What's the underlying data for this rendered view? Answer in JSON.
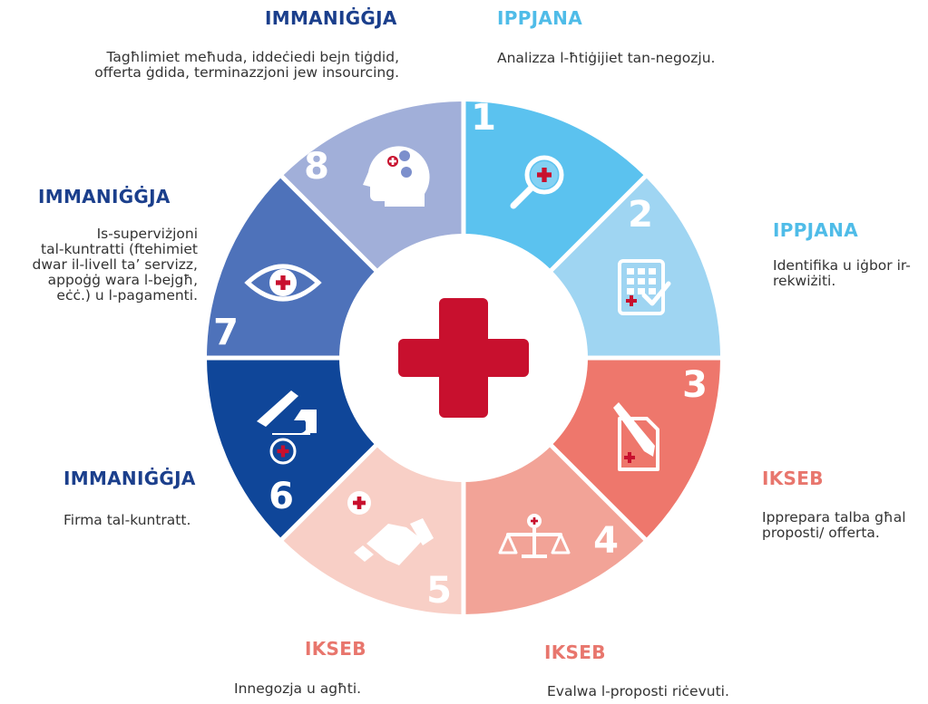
{
  "center_icon": "red-cross-icon",
  "colors": {
    "red_cross": "#C8102E",
    "phase_implement": "#1B3F8C",
    "phase_plan": "#4FBCE8",
    "phase_acquire": "#E8766D"
  },
  "steps": [
    {
      "number": "1",
      "phase": "IPPJANA",
      "description_lines": [
        "Analizza l-ħtiġijiet tan-negozju."
      ],
      "icon": "magnifier-cross-icon",
      "color": "#5BC2EF"
    },
    {
      "number": "2",
      "phase": "IPPJANA",
      "description_lines": [
        "Identifika u iġbor ir-",
        "rekwiżiti."
      ],
      "icon": "checklist-icon",
      "color": "#9FD5F2"
    },
    {
      "number": "3",
      "phase": "IKSEB",
      "description_lines": [
        "Ipprepara talba għal",
        "proposti/ offerta."
      ],
      "icon": "document-pen-icon",
      "color": "#EE776C"
    },
    {
      "number": "4",
      "phase": "IKSEB",
      "description_lines": [
        "Evalwa l-proposti riċevuti."
      ],
      "icon": "scales-icon",
      "color": "#F2A397"
    },
    {
      "number": "5",
      "phase": "IKSEB",
      "description_lines": [
        "Innegozja u agħti."
      ],
      "icon": "handshake-icon",
      "color": "#F8CFC6"
    },
    {
      "number": "6",
      "phase": "IMMANIĠĠJA",
      "description_lines": [
        "Firma tal-kuntratt."
      ],
      "icon": "signing-hand-icon",
      "color": "#0F4699"
    },
    {
      "number": "7",
      "phase": "IMMANIĠĠJA",
      "description_lines": [
        "Is-superviżjoni",
        "tal-kuntratti (ftehimiet",
        "dwar il-livell ta’ servizz,",
        "appoġġ wara l-bejgħ,",
        "eċċ.) u l-pagamenti."
      ],
      "icon": "eye-icon",
      "color": "#4E72BA"
    },
    {
      "number": "8",
      "phase": "IMMANIĠĠJA",
      "description_lines": [
        "Tagħlimiet meħuda, iddeċiedi bejn tiġdid,",
        "offerta ġdida, terminazzjoni jew insourcing."
      ],
      "icon": "head-gears-icon",
      "color": "#A1AFD9"
    }
  ]
}
